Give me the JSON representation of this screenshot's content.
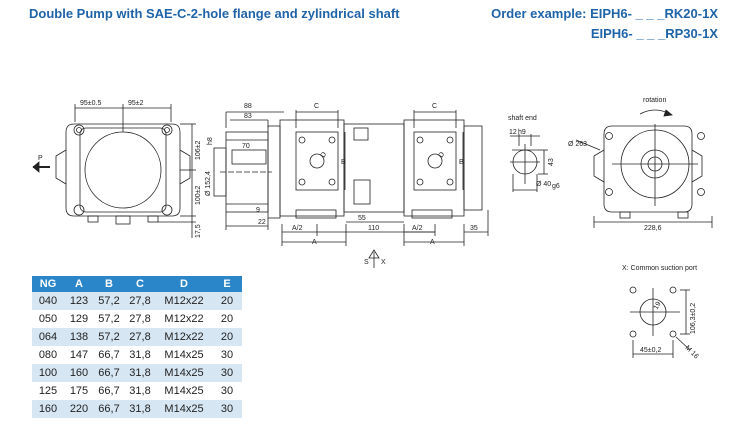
{
  "header": {
    "title": "Double Pump with SAE-C-2-hole flange and zylindrical shaft",
    "order_line1": "Order example: EIPH6- _ _ _RK20-1X",
    "order_line2": "EIPH6- _ _ _RP30-1X"
  },
  "drawing": {
    "front": {
      "dim_95a": "95±0.5",
      "dim_95b": "95±2",
      "dim_106": "106±2",
      "dim_100": "100±2",
      "dim_175": "17,5",
      "port_p": "P"
    },
    "side": {
      "dim_88": "88",
      "dim_83": "83",
      "dim_70": "70",
      "dim_152": "Ø 152,4",
      "dim_152_sub": "h8",
      "dim_9": "9",
      "dim_22": "22",
      "dim_c1": "C",
      "dim_c2": "C",
      "dim_b1": "B",
      "dim_b2": "B",
      "dim_d1": "D",
      "dim_d2": "D",
      "dim_55": "55",
      "dim_110": "110",
      "dim_35": "35",
      "dim_a2_1": "A/2",
      "dim_a2_2": "A/2",
      "dim_a1": "A",
      "dim_a2": "A",
      "port_s": "S",
      "port_x": "X"
    },
    "shaft": {
      "label": "shaft end",
      "dim_12": "12",
      "dim_12_sub": "h9",
      "dim_43": "43",
      "dim_40": "Ø 40",
      "dim_40_sub": "g6"
    },
    "rear": {
      "rotation": "rotation",
      "dim_263": "Ø 263",
      "dim_2286": "228,6"
    },
    "suction": {
      "label": "X:  Common suction port",
      "dim_19": "19",
      "dim_1063": "106,3±0,2",
      "dim_m16": "M 16",
      "dim_45": "45±0,2"
    }
  },
  "table": {
    "headers": [
      "NG",
      "A",
      "B",
      "C",
      "D",
      "E"
    ],
    "rows": [
      [
        "040",
        "123",
        "57,2",
        "27,8",
        "M12x22",
        "20"
      ],
      [
        "050",
        "129",
        "57,2",
        "27,8",
        "M12x22",
        "20"
      ],
      [
        "064",
        "138",
        "57,2",
        "27,8",
        "M12x22",
        "20"
      ],
      [
        "080",
        "147",
        "66,7",
        "31,8",
        "M14x25",
        "30"
      ],
      [
        "100",
        "160",
        "66,7",
        "31,8",
        "M14x25",
        "30"
      ],
      [
        "125",
        "175",
        "66,7",
        "31,8",
        "M14x25",
        "30"
      ],
      [
        "160",
        "220",
        "66,7",
        "31,8",
        "M14x25",
        "30"
      ]
    ]
  }
}
